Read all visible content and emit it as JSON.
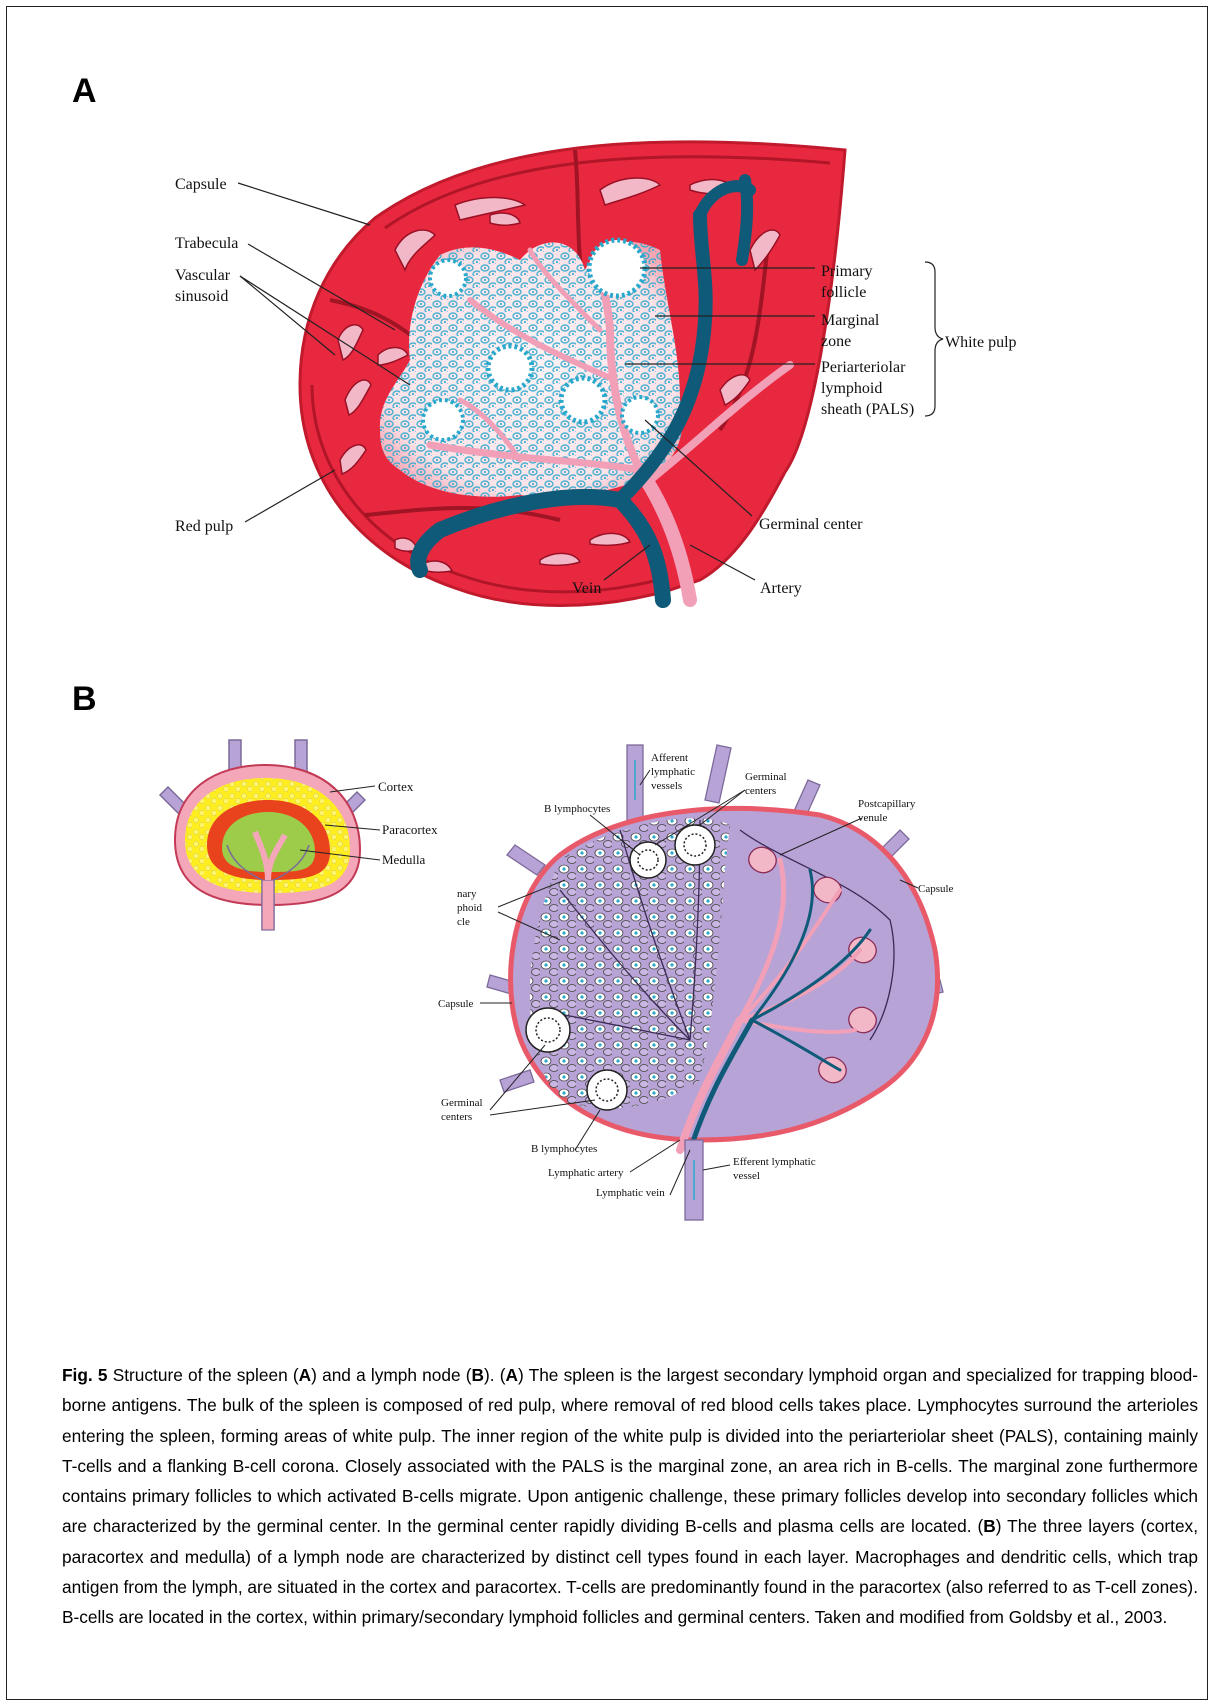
{
  "panels": {
    "a_letter": "A",
    "b_letter": "B"
  },
  "spleen_labels": {
    "capsule": "Capsule",
    "trabecula": "Trabecula",
    "vascular_1": "Vascular",
    "vascular_2": "sinusoid",
    "red_pulp": "Red pulp",
    "primary_1": "Primary",
    "primary_2": "follicle",
    "marginal_1": "Marginal",
    "marginal_2": "zone",
    "pals_1": "Periarteriolar",
    "pals_2": "lymphoid",
    "pals_3": "sheath (PALS)",
    "white_pulp": "White pulp",
    "germinal_center": "Germinal center",
    "vein": "Vein",
    "artery": "Artery"
  },
  "small_node_labels": {
    "cortex": "Cortex",
    "paracortex": "Paracortex",
    "medulla": "Medulla"
  },
  "lymph_node_labels": {
    "afferent_1": "Afferent",
    "afferent_2": "lymphatic",
    "afferent_3": "vessels",
    "germinal_1": "Germinal",
    "germinal_2": "centers",
    "b_lymph_top": "B lymphocytes",
    "postcap_1": "Postcapillary",
    "postcap_2": "venule",
    "capsule_right": "Capsule",
    "primary_cut_1": "nary",
    "primary_cut_2": "phoid",
    "primary_cut_3": "cle",
    "capsule_left": "Capsule",
    "germinal_bottom_1": "Germinal",
    "germinal_bottom_2": "centers",
    "b_lymph_bottom": "B lymphocytes",
    "lymphatic_artery": "Lymphatic artery",
    "lymphatic_vein": "Lymphatic vein",
    "efferent_1": "Efferent lymphatic",
    "efferent_2": "vessel"
  },
  "caption": {
    "fig_label": "Fig. 5",
    "t1": " Structure of the spleen (",
    "a1": "A",
    "t2": ") and a lymph node (",
    "b1": "B",
    "t3": "). (",
    "a2": "A",
    "t4": ") The spleen is the largest secondary lymphoid organ and specialized for trapping blood-borne antigens. The bulk of the spleen is composed of red pulp, where removal of red blood cells takes place. Lymphocytes surround the arterioles entering the spleen, forming areas of white pulp. The inner region of the white pulp is divided into the periarteriolar sheet (PALS), containing mainly T-cells and a flanking B-cell corona. Closely associated with the PALS is the marginal zone, an area rich in B-cells. The marginal zone furthermore contains primary follicles to which activated B-cells migrate. Upon antigenic challenge, these primary follicles develop into secondary follicles which are characterized by the germinal center. In the germinal center rapidly dividing B-cells and plasma cells are located. (",
    "b2": "B",
    "t5": ") The three layers (cortex, paracortex and medulla) of a lymph node are characterized by distinct cell types found in each layer. Macrophages and dendritic cells, which trap antigen from the lymph, are situated in the cortex and paracortex. T-cells are predominantly found in the paracortex (also referred to as T-cell zones). B-cells are located in the cortex, within primary/secondary lymphoid follicles and germinal centers. Taken and modified from Goldsby et al., 2003."
  },
  "colors": {
    "red_pulp": "#e8283f",
    "capsule": "#d81f33",
    "white_pulp": "#fbe9ec",
    "vein": "#0f5a78",
    "artery": "#f2a0b7",
    "follicle": "#2aa8cc",
    "node_body": "#b8a3d6",
    "node_capsule": "#e85a6a",
    "cortex": "#ffee1f",
    "paracortex": "#e8431c",
    "medulla": "#9ccc4a"
  }
}
